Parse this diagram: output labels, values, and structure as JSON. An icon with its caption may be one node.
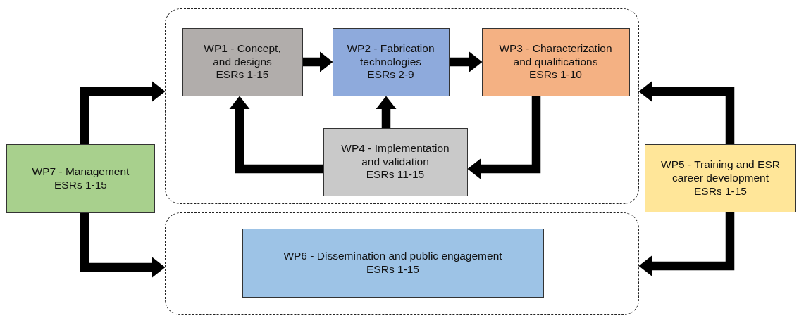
{
  "diagram": {
    "nodes": [
      {
        "text": [],
        "shape": "box"
      },
      {
        "text": [
          "WP1 - Concept, and designs",
          "ESRs 1-15"
        ],
        "in": 0
      },
      {
        "text": [
          "WP2 - Fabrication technologies",
          "ESRs 2-9"
        ],
        "in": 0
      },
      {
        "text": [
          "WP3 - Characterization and qualifications",
          "ESRs 1-10"
        ],
        "in": 0
      },
      {
        "text": [
          "WP4 - Implementation and validation",
          "ESRs 11-15"
        ],
        "in": 0
      },
      {
        "text": [
          "WP7 - Management",
          "ESRs 1-15"
        ]
      },
      {
        "text": [
          "WP5 - Training and ESR career development",
          "ESRs 1-15"
        ]
      },
      {
        "text": [],
        "shape": "box"
      },
      {
        "text": [
          "WP6 - Dissemination and public engagement",
          "ESRs 1-15"
        ],
        "in": 7
      }
    ],
    "edges": [
      {
        "from": 1,
        "to": 2,
        "arrow": "to"
      },
      {
        "from": 2,
        "to": 3,
        "arrow": "to"
      },
      {
        "from": 3,
        "to": 4,
        "arrow": "to"
      },
      {
        "from": 4,
        "to": 1,
        "arrow": "to"
      },
      {
        "from": 4,
        "to": 2,
        "arrow": "to"
      },
      {
        "from": 5,
        "to": 0,
        "arrow": "to"
      },
      {
        "from": 5,
        "to": 7,
        "arrow": "to"
      },
      {
        "from": 6,
        "to": 0,
        "arrow": "to"
      },
      {
        "from": 6,
        "to": 7,
        "arrow": "to"
      }
    ]
  }
}
